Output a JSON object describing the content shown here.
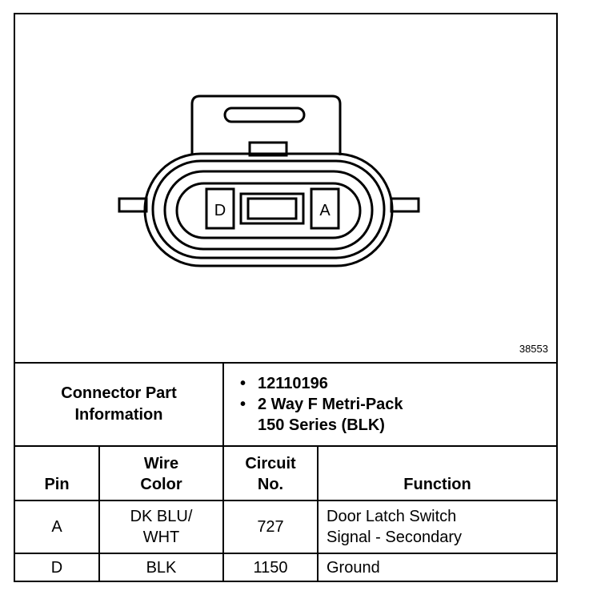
{
  "figure": {
    "pin_labels": [
      "D",
      "A"
    ],
    "figure_number": "38553"
  },
  "info": {
    "label_line1": "Connector Part",
    "label_line2": "Information",
    "part_number": "12110196",
    "description_line1": "2 Way F Metri-Pack",
    "description_line2": "150 Series (BLK)",
    "bullet": "•"
  },
  "table": {
    "headers": {
      "pin": "Pin",
      "wire_color_line1": "Wire",
      "wire_color_line2": "Color",
      "circuit_line1": "Circuit",
      "circuit_line2": "No.",
      "function": "Function"
    },
    "rows": [
      {
        "pin": "A",
        "wire_color_line1": "DK BLU/",
        "wire_color_line2": "WHT",
        "circuit": "727",
        "function_line1": "Door Latch Switch",
        "function_line2": "Signal - Secondary"
      },
      {
        "pin": "D",
        "wire_color_line1": "BLK",
        "wire_color_line2": "",
        "circuit": "1150",
        "function_line1": "Ground",
        "function_line2": ""
      }
    ]
  }
}
